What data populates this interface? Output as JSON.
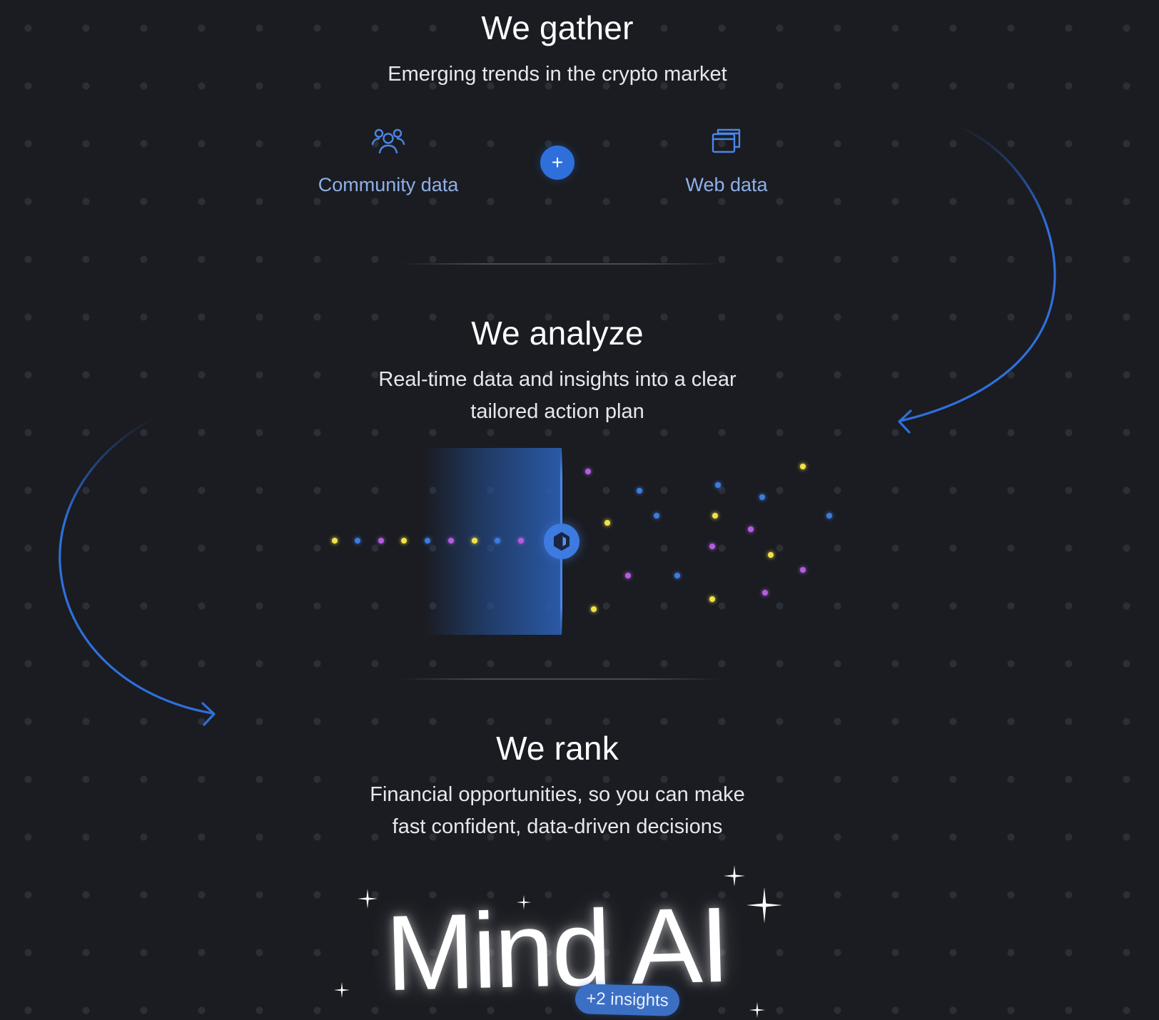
{
  "sections": {
    "gather": {
      "title": "We gather",
      "subtitle": "Emerging trends in the crypto market",
      "community_label": "Community data",
      "web_label": "Web data",
      "plus": "+"
    },
    "analyze": {
      "title": "We analyze",
      "subtitle_line1": "Real-time data and insights into a clear",
      "subtitle_line2": "tailored action plan"
    },
    "rank": {
      "title": "We rank",
      "subtitle_line1": "Financial opportunities, so you can make",
      "subtitle_line2": "fast confident, data-driven decisions"
    }
  },
  "brand": {
    "name": "Mind AI",
    "badge": "+2 insights"
  },
  "colors": {
    "background": "#1a1c21",
    "accent_blue": "#2f6fdc",
    "dot_yellow": "#f2e24a",
    "dot_blue": "#3d7be0",
    "dot_purple": "#b55ce0"
  },
  "icons": {
    "community": "people-group-icon",
    "web": "browser-windows-icon",
    "gate": "logo-hexagon-icon",
    "arrows": "curved-arrow-icon",
    "sparkles": "sparkle-icon"
  }
}
